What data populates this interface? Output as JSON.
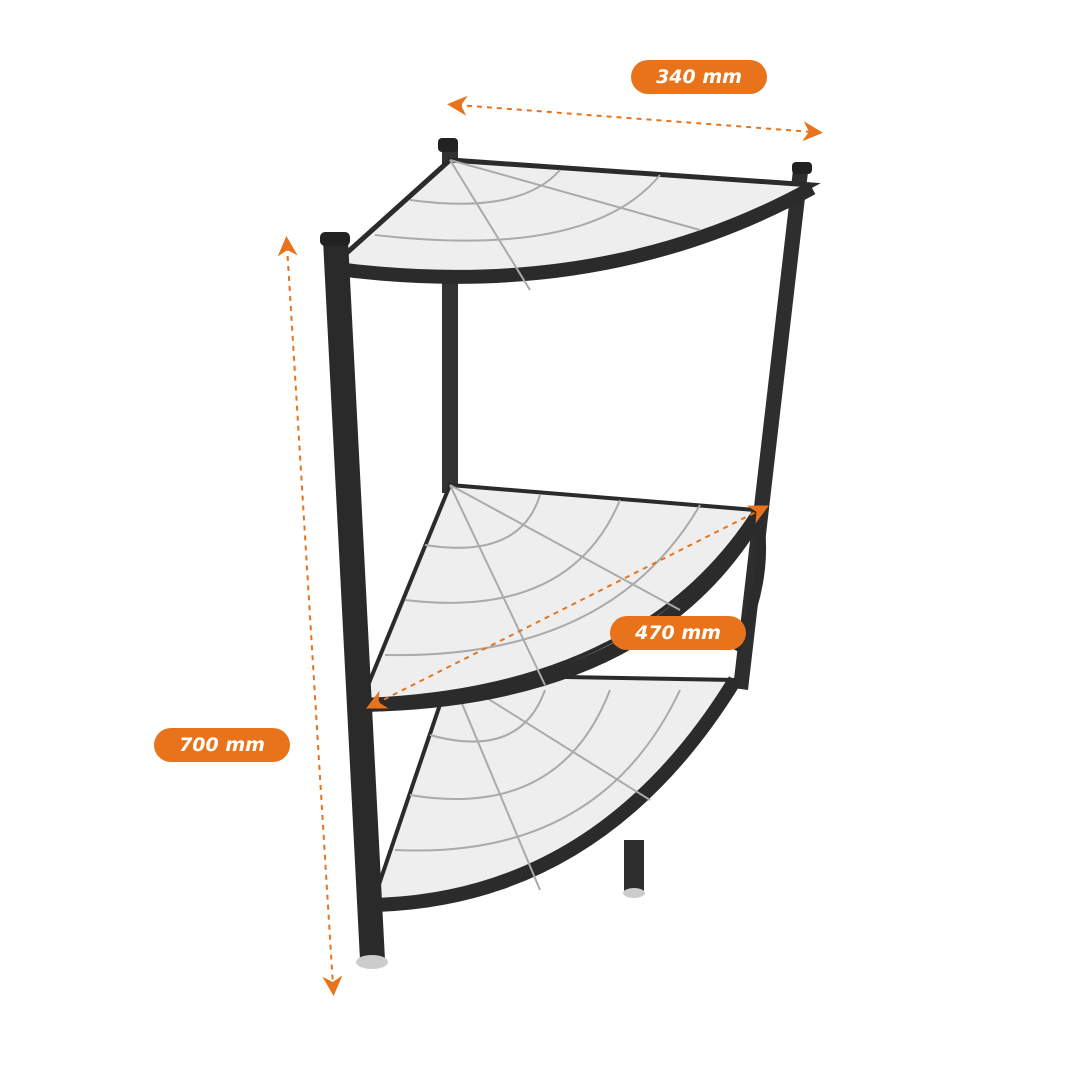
{
  "dimensions": {
    "width_label": "340 mm",
    "height_label": "700 mm",
    "depth_label": "470 mm"
  },
  "colors": {
    "accent": "#E8731A",
    "frame": "#2b2b2b",
    "shelf": "#f0f0f0"
  }
}
